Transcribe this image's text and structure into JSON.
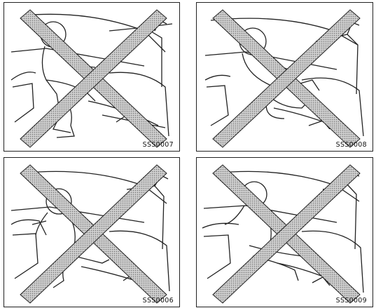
{
  "panels": [
    {
      "code": "SSS0007"
    },
    {
      "code": "SSS0008"
    },
    {
      "code": "SSS0006"
    },
    {
      "code": "SSS0009"
    }
  ],
  "colors": {
    "line": "#222222",
    "cross_fill": "#bdbdbd",
    "background": "#ffffff"
  }
}
